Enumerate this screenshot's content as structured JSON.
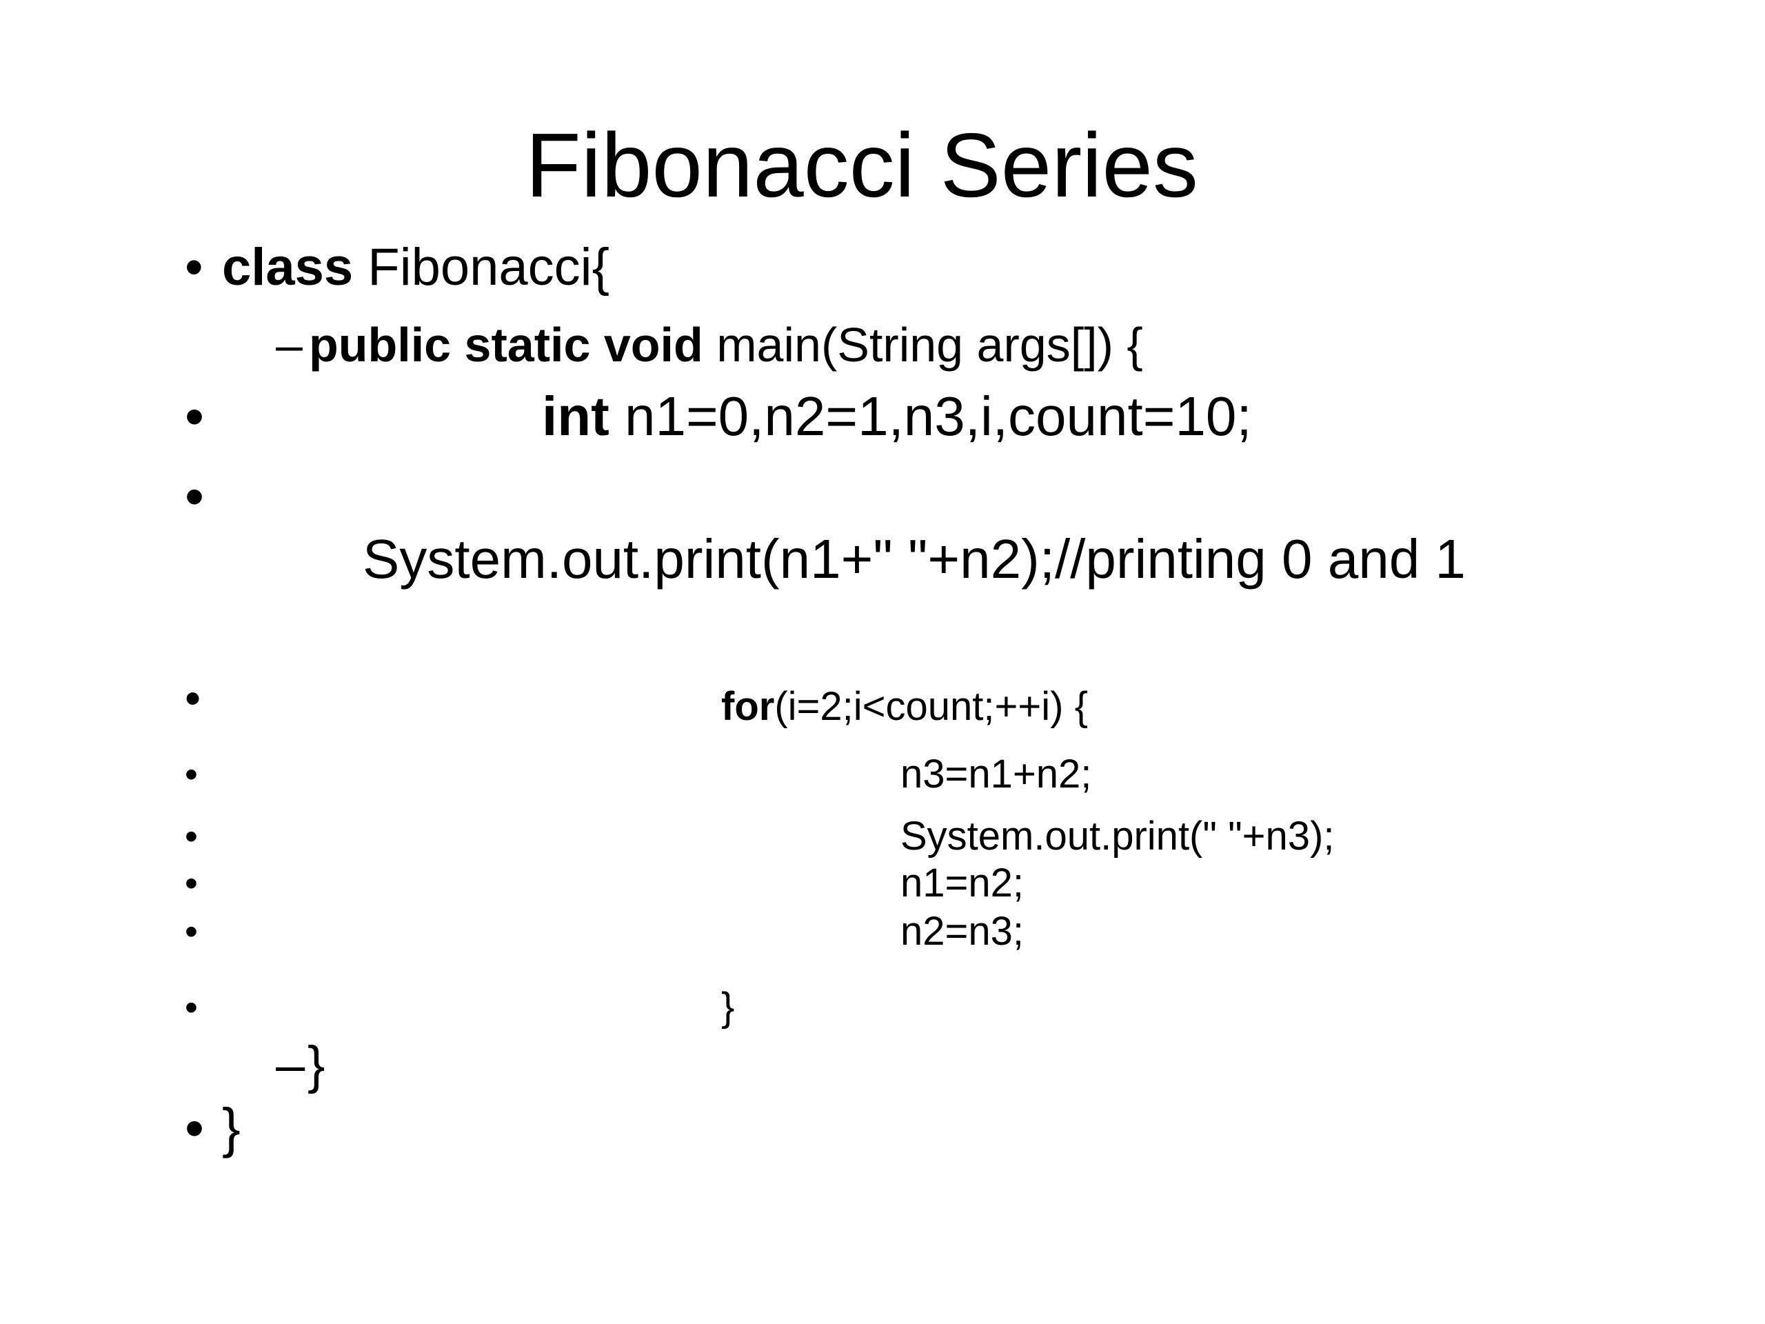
{
  "slide": {
    "title": "Fibonacci Series",
    "bullet_glyph": "•",
    "dash_glyph": "–",
    "lines": {
      "class_kw": "class",
      "class_rest": " Fibonacci{",
      "main_kw": "public static void",
      "main_rest": " main(String args[])  {",
      "int_kw": "int",
      "int_rest": " n1=0,n2=1,n3,i,count=10;",
      "print_first": "System.out.print(n1+\" \"+n2);//printing 0 and 1",
      "for_kw": "for",
      "for_rest": "(i=2;i<count;++i)    {",
      "n3_assign": "n3=n1+n2;",
      "print_n3": "System.out.print(\" \"+n3);",
      "n1_assign": "n1=n2;",
      "n2_assign": "n2=n3;",
      "close_for": "}",
      "close_main": "}",
      "close_class": "}"
    }
  }
}
